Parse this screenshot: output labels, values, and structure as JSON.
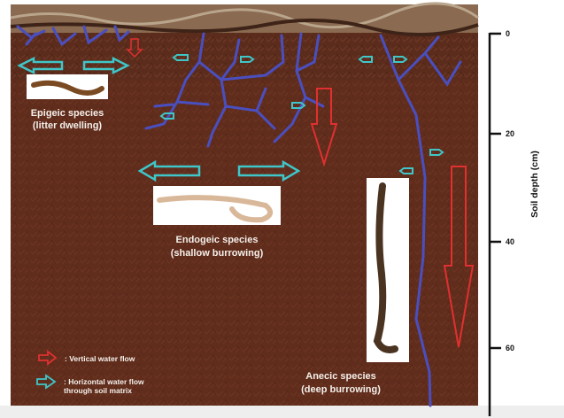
{
  "species": [
    {
      "line1": "Epigeic species",
      "line2": "(litter dwelling)"
    },
    {
      "line1": "Endogeic species",
      "line2": "(shallow burrowing)"
    },
    {
      "line1": "Anecic species",
      "line2": "(deep burrowing)"
    }
  ],
  "legend": {
    "vertical": ": Vertical water flow",
    "horizontal_line1": ": Horizontal water flow",
    "horizontal_line2": "through soil matrix"
  },
  "axis": {
    "title": "Soil depth (cm)",
    "ticks": [
      "0",
      "20",
      "40",
      "60"
    ]
  },
  "colors": {
    "soil": "#5a2a1a",
    "burrow": "#4a4fc0",
    "vertical_arrow": "#e03030",
    "horizontal_arrow": "#3fc6c8"
  }
}
